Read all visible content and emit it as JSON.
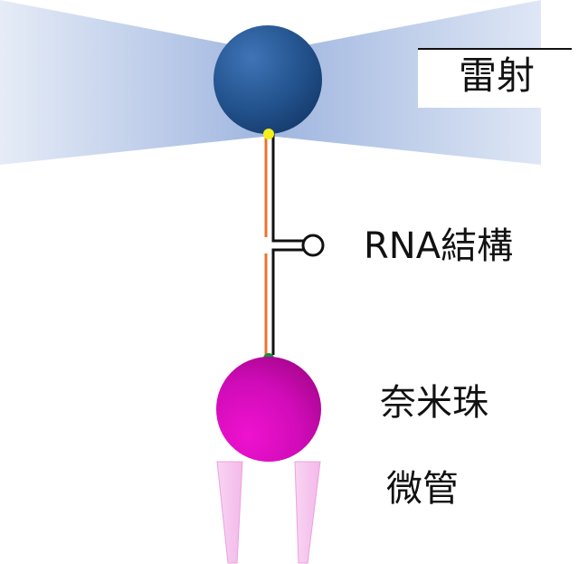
{
  "labels": {
    "laser": "雷射",
    "rna_structure": "RNA結構",
    "nanobead": "奈米珠",
    "micropipette": "微管"
  },
  "colors": {
    "laser_beam": "#a9bde0",
    "trapped_bead": "#1f4f8c",
    "nanobead": "#d10ab8",
    "tether_outer": "#e8742e",
    "tether_inner": "#111111",
    "attachment_top": "#f2ef1a",
    "attachment_bottom": "#1e8c3a",
    "micropipette": "#f6c6ee"
  }
}
